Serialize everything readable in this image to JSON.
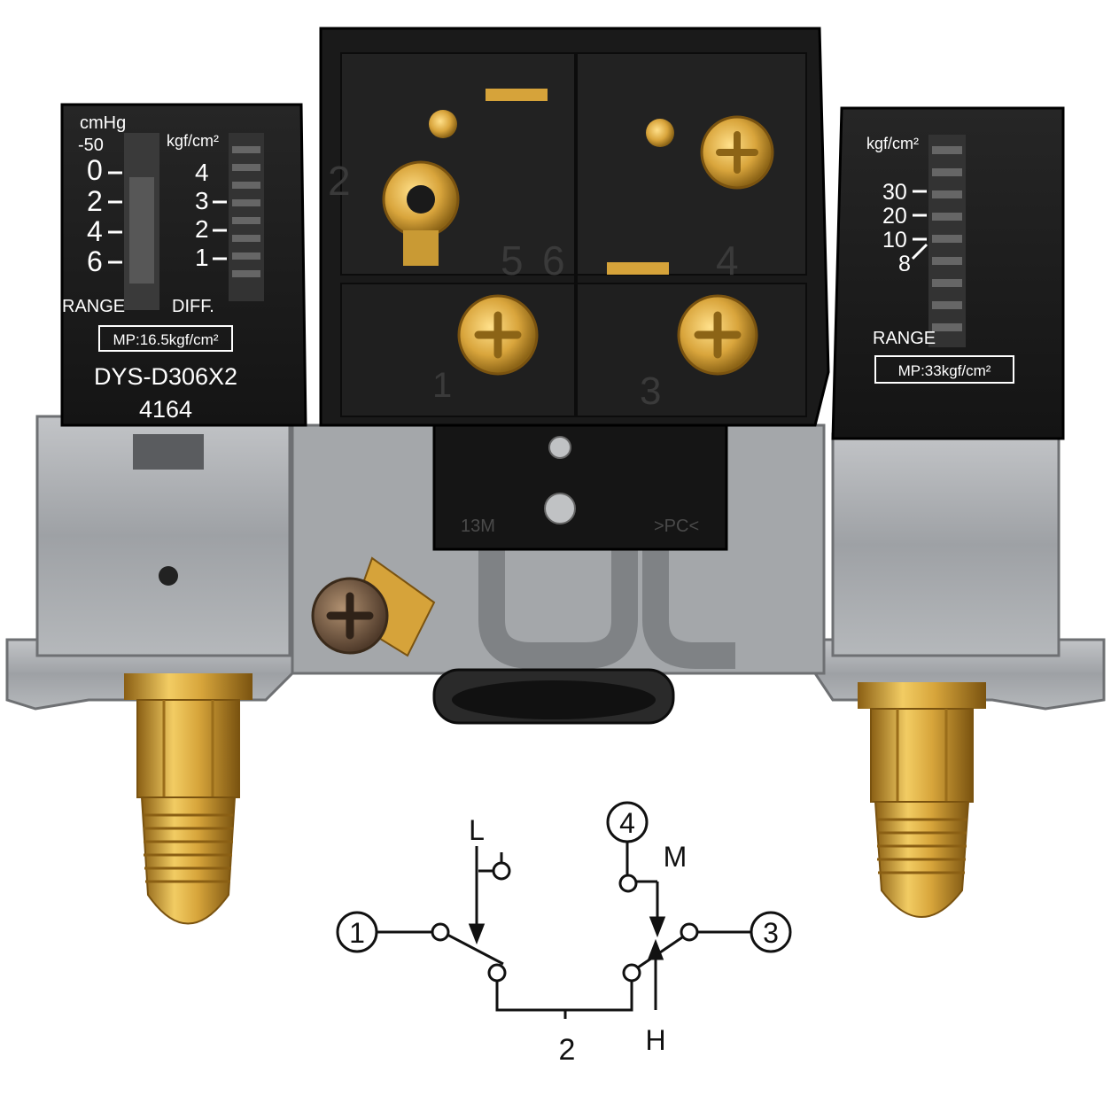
{
  "left_unit": {
    "unit_top": "cmHg",
    "unit_right": "kgf/cm²",
    "range_scale": [
      "-50",
      "0",
      "2",
      "4",
      "6"
    ],
    "diff_scale": [
      "4",
      "3",
      "2",
      "1"
    ],
    "range_label": "RANGE",
    "diff_label": "DIFF.",
    "mp_label": "MP:16.5kgf/cm²",
    "model": "DYS-D306X2",
    "code": "4164"
  },
  "right_unit": {
    "unit": "kgf/cm²",
    "range_scale": [
      "30",
      "20",
      "10",
      "8"
    ],
    "range_label": "RANGE",
    "mp_label": "MP:33kgf/cm²"
  },
  "terminal_block": {
    "numbers": [
      "2",
      "5",
      "6",
      "4",
      "1",
      "3"
    ],
    "marking_left": "13M",
    "marking_right": ">PC<"
  },
  "wiring_diagram": {
    "terminals": [
      "1",
      "2",
      "3",
      "4"
    ],
    "labels": [
      "L",
      "M",
      "H"
    ]
  },
  "colors": {
    "housing_black": "#1c1c1c",
    "sheet_metal": "#a9abae",
    "brass": "#d4a437"
  }
}
